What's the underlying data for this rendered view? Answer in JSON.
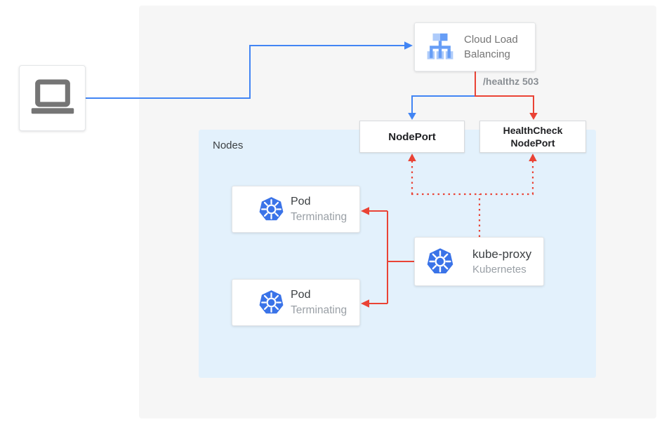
{
  "diagram": {
    "client": {
      "icon": "laptop-icon"
    },
    "cloud_load_balancing": {
      "label": "Cloud Load Balancing",
      "line1": "Cloud Load",
      "line2": "Balancing",
      "icon": "load-balancer-icon"
    },
    "healthz_label": "/healthz 503",
    "nodeport": {
      "label": "NodePort"
    },
    "healthcheck_nodeport": {
      "label": "HealthCheck NodePort",
      "line1": "HealthCheck",
      "line2": "NodePort"
    },
    "nodes_container": {
      "label": "Nodes"
    },
    "pods": [
      {
        "title": "Pod",
        "status": "Terminating",
        "icon": "kubernetes-icon"
      },
      {
        "title": "Pod",
        "status": "Terminating",
        "icon": "kubernetes-icon"
      }
    ],
    "kube_proxy": {
      "title": "kube-proxy",
      "subtitle": "Kubernetes",
      "icon": "kubernetes-icon"
    },
    "colors": {
      "traffic_blue": "#4285f4",
      "health_red": "#ea4335",
      "nodes_bg": "#e3f1fc",
      "panel_bg": "#f6f6f6",
      "kubernetes_blue": "#3a73e8",
      "lb_icon_blue": "#669df6",
      "lb_icon_light_blue": "#aecbfa",
      "laptop_gray": "#757575"
    }
  }
}
